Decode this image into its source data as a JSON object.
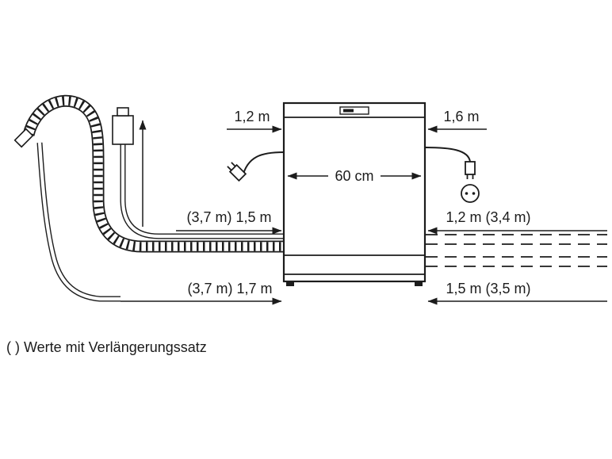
{
  "diagram": {
    "title_hint": "dishwasher-installation-clearances",
    "dimensions": {
      "left_cord": "1,2 m",
      "right_cord": "1,6 m",
      "appliance_width": "60 cm",
      "left_supply": "(3,7 m) 1,5 m",
      "left_drain": "(3,7 m) 1,7 m",
      "right_supply": "1,2 m (3,4 m)",
      "right_drain": "1,5 m (3,5 m)"
    },
    "footnote": "( ) Werte mit Verlängerungssatz",
    "icons": {
      "left_plug": "power-plug-icon",
      "right_plug": "power-plug-icon",
      "socket": "power-socket-icon",
      "appliance": "dishwasher-front",
      "corrugated_hose": "drain-hose",
      "valve": "aquastop-valve"
    },
    "colors": {
      "line": "#1c1c1c",
      "background": "#ffffff"
    }
  }
}
